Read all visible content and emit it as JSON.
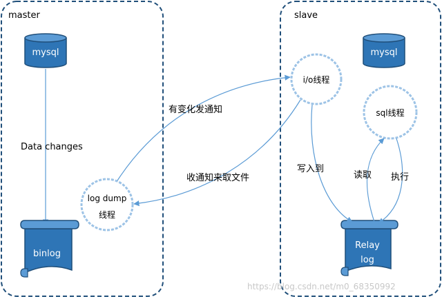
{
  "master": {
    "title": "master",
    "db_label": "mysql",
    "edge_label": "Data changes",
    "log_label": "binlog",
    "thread_line1": "log dump",
    "thread_line2": "线程"
  },
  "slave": {
    "title": "slave",
    "db_label": "mysql",
    "io_thread": "i/o线程",
    "sql_thread": "sql线程",
    "relay_line1": "Relay",
    "relay_line2": "log"
  },
  "edges": {
    "notify": "有变化发通知",
    "receive": "收通知来取文件",
    "write": "写入到",
    "read": "读取",
    "exec": "执行"
  },
  "watermark": "https://blog.csdn.net/m0_68350992",
  "colors": {
    "frame": "#1f4e79",
    "db_fill": "#2e75b6",
    "arrow": "#5b9bd5"
  }
}
